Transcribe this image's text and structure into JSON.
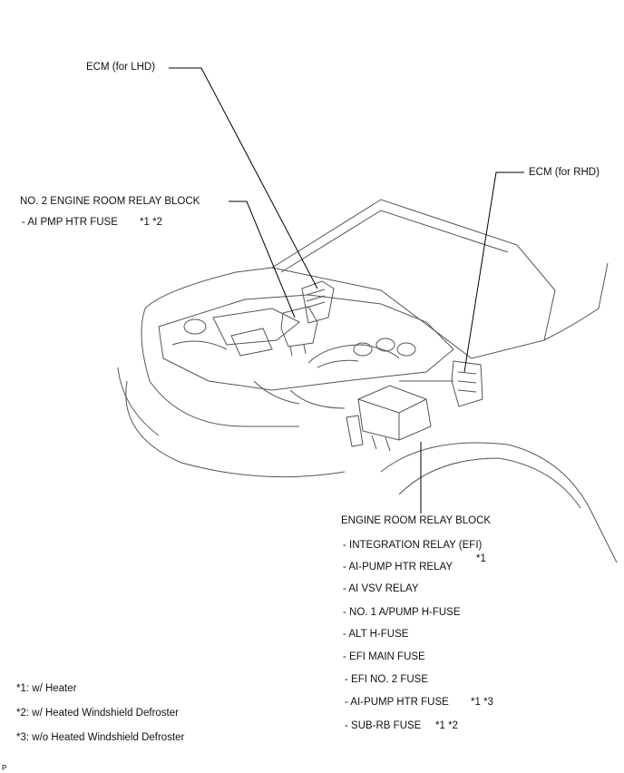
{
  "labels": {
    "ecm_lhd": "ECM (for LHD)",
    "ecm_rhd": "ECM (for RHD)",
    "no2_block": "NO. 2 ENGINE ROOM RELAY BLOCK",
    "no2_item": "- AI PMP HTR FUSE",
    "no2_item_notes": "*1   *2",
    "erb_title": "ENGINE ROOM RELAY BLOCK",
    "erb_items": [
      "- INTEGRATION RELAY (EFI)",
      "- AI-PUMP HTR RELAY",
      "- AI VSV RELAY",
      "- NO. 1 A/PUMP H-FUSE",
      "- ALT H-FUSE",
      "- EFI MAIN FUSE",
      "- EFI NO. 2 FUSE",
      "- AI-PUMP HTR FUSE",
      "- SUB-RB FUSE"
    ],
    "erb_item_notes": {
      "relay": "*1",
      "htr_fuse": "*1   *3",
      "subrb": "*1  *2"
    }
  },
  "footnotes": [
    "*1: w/ Heater",
    "*2: w/ Heated Windshield Defroster",
    "*3: w/o Heated Windshield Defroster"
  ],
  "corner_mark": "P"
}
